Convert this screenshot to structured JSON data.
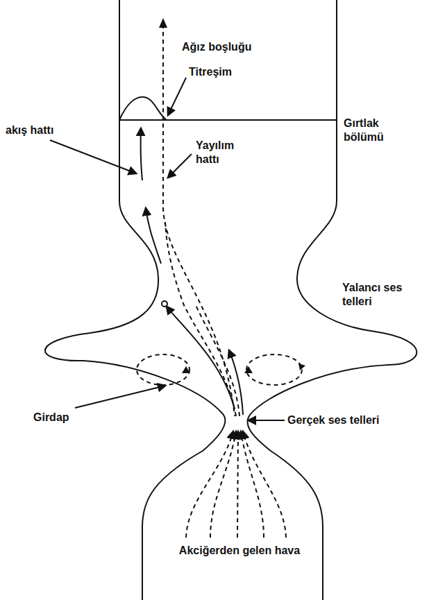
{
  "diagram": {
    "labels": [
      "Ağız boşluğu",
      "Titreşim",
      "akış hattı",
      "Yayılım hattı",
      "Gırtlak bölümü",
      "Yalancı ses telleri",
      "Girdap",
      "Gerçek ses telleri",
      "Akciğerden gelen hava"
    ]
  }
}
